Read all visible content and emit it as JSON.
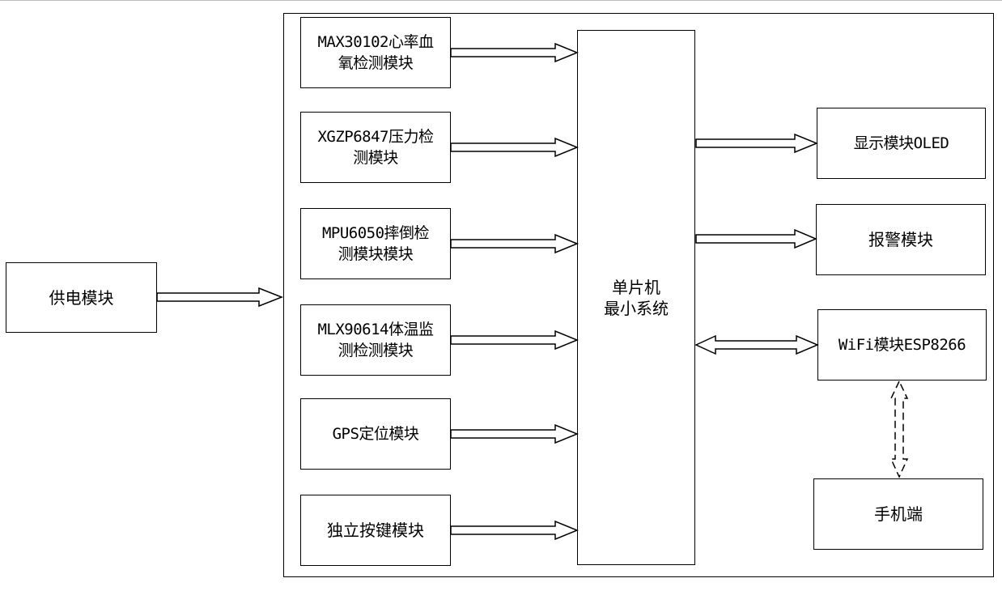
{
  "diagram": {
    "power": {
      "label": "供电模块"
    },
    "sensors": [
      {
        "line1": "MAX30102心率血",
        "line2": "氧检测模块"
      },
      {
        "line1": "XGZP6847压力检",
        "line2": "测模块"
      },
      {
        "line1": "MPU6050摔倒检",
        "line2": "测模块模块"
      },
      {
        "line1": "MLX90614体温监",
        "line2": "测检测模块"
      },
      {
        "line1": "GPS定位模块",
        "line2": ""
      },
      {
        "line1": "独立按键模块",
        "line2": ""
      }
    ],
    "mcu": {
      "line1": "单片机",
      "line2": "最小系统"
    },
    "outputs": {
      "display": "显示模块OLED",
      "alarm": "报警模块",
      "wifi": "WiFi模块ESP8266",
      "phone": "手机端"
    }
  }
}
